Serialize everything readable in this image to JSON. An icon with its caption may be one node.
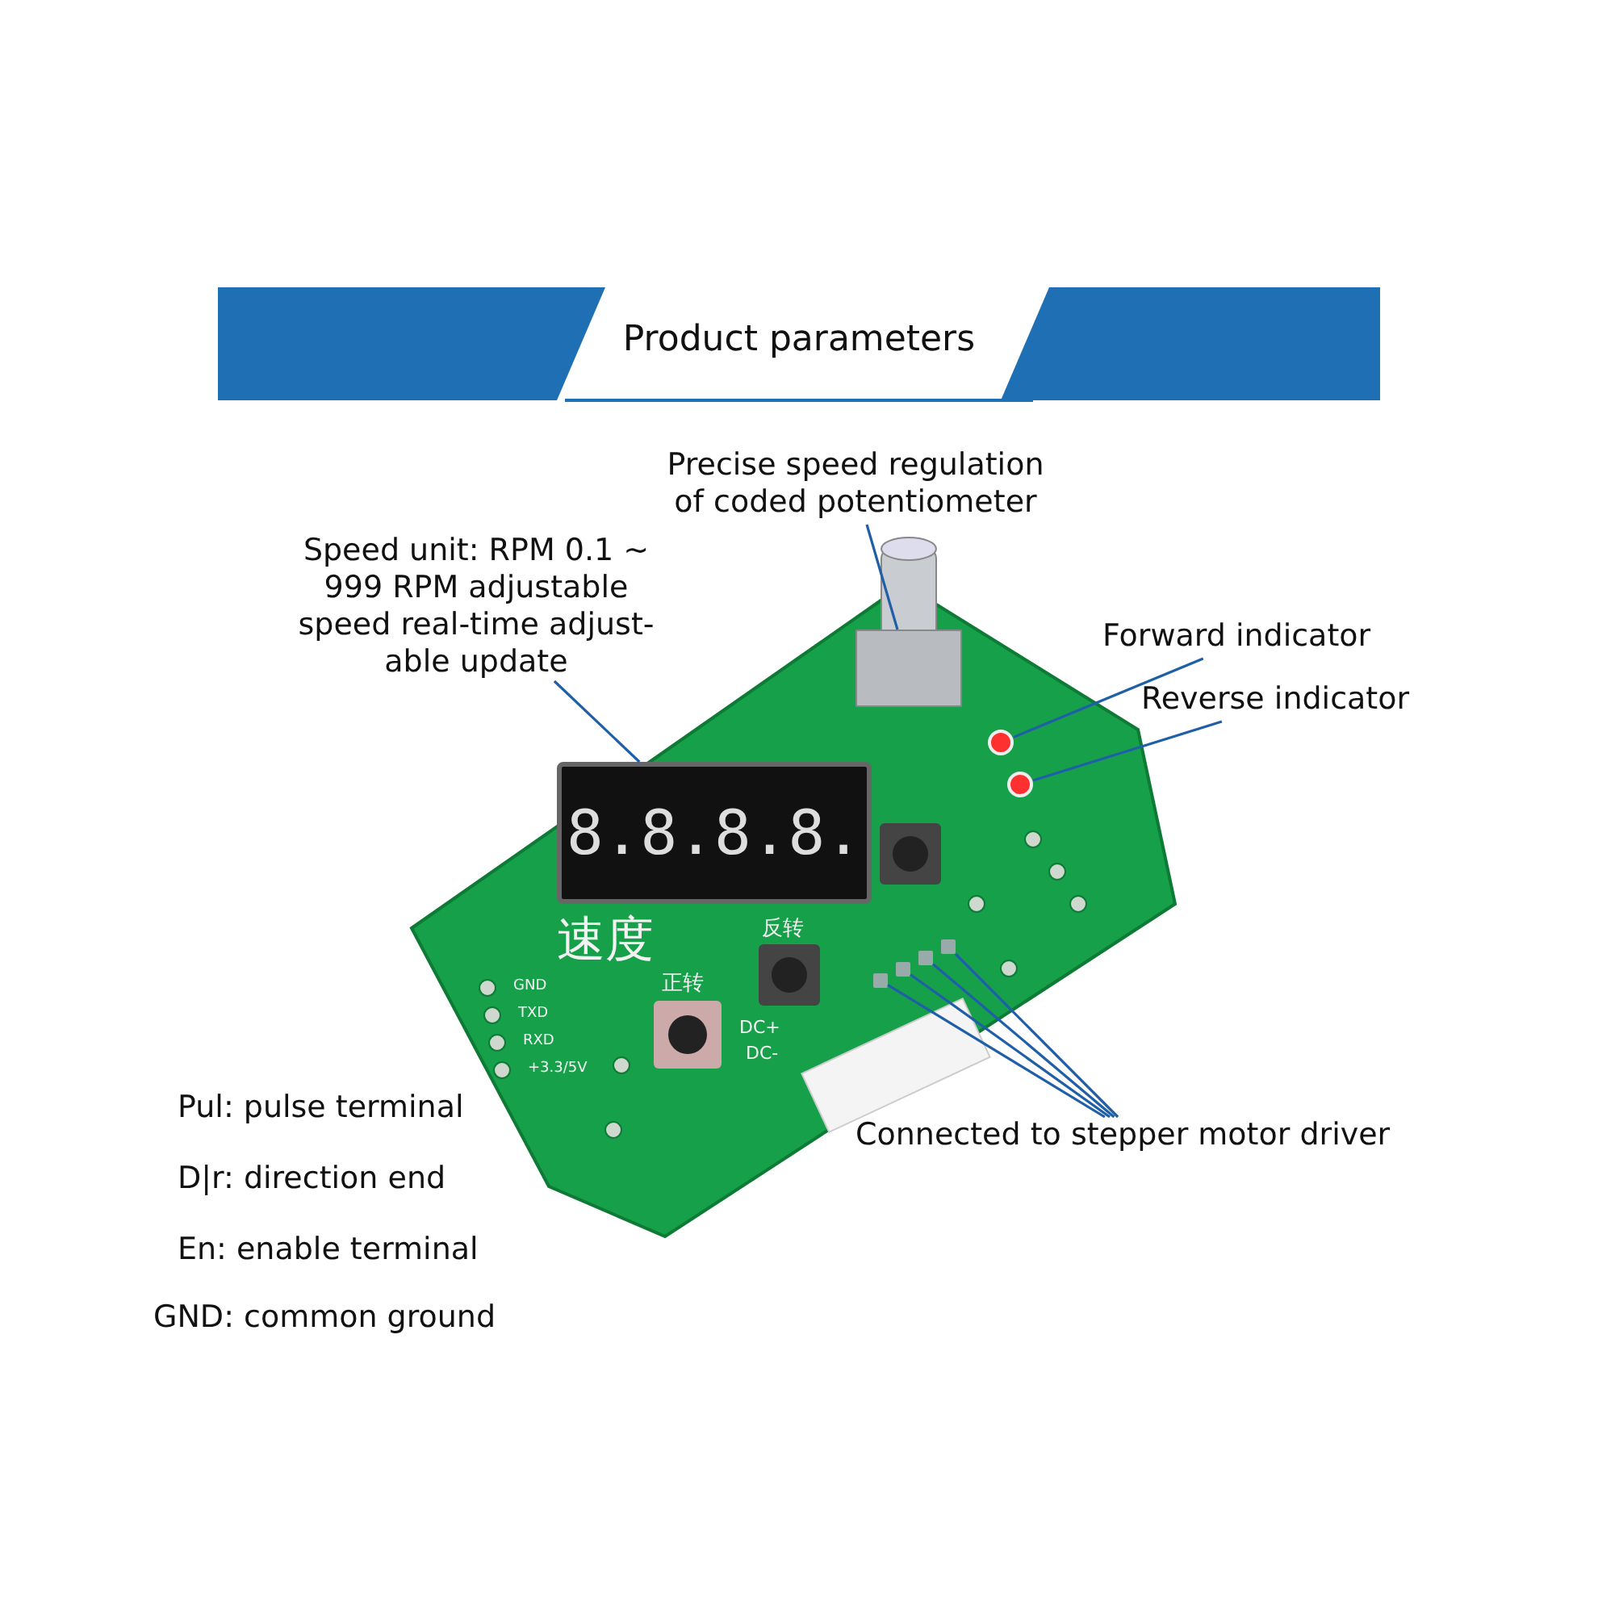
{
  "diagram": {
    "title": "Product parameters",
    "nodes": [
      {
        "text": [
          "Precise speed regulation of coded potentiometer"
        ]
      },
      {
        "text": [],
        "shape": "box"
      },
      {
        "text": [
          "Speed unit: RPM 0.1 ~ 999 RPM adjustable speed real-time adjust- able update"
        ]
      },
      {
        "text": [
          "8.8.8.8."
        ]
      },
      {
        "text": [
          "Forward indicator"
        ]
      },
      {
        "text": [],
        "shape": "circle"
      },
      {
        "text": [
          "Reverse indicator"
        ]
      },
      {
        "text": [],
        "shape": "circle"
      },
      {
        "text": [
          "Connected to stepper motor driver"
        ]
      },
      {
        "text": [],
        "shape": "box"
      },
      {
        "text": [],
        "shape": "box"
      },
      {
        "text": [],
        "shape": "box"
      },
      {
        "text": [],
        "shape": "box"
      }
    ],
    "edges": [
      {
        "from": 0,
        "to": 1,
        "arrow": "none"
      },
      {
        "from": 2,
        "to": 3,
        "arrow": "none"
      },
      {
        "from": 4,
        "to": 5,
        "arrow": "none"
      },
      {
        "from": 6,
        "to": 7,
        "arrow": "none"
      },
      {
        "from": 8,
        "to": 9,
        "arrow": "none"
      },
      {
        "from": 8,
        "to": 10,
        "arrow": "none"
      },
      {
        "from": 8,
        "to": 11,
        "arrow": "none"
      },
      {
        "from": 8,
        "to": 12,
        "arrow": "none"
      }
    ],
    "labels": [
      "速度",
      "正转",
      "反转",
      "GND",
      "TXD",
      "RXD",
      "+3.3/5V",
      "DC+",
      "DC-",
      "Pul: pulse terminal",
      "D|r: direction end",
      "En: enable terminal",
      "GND: common ground"
    ]
  }
}
